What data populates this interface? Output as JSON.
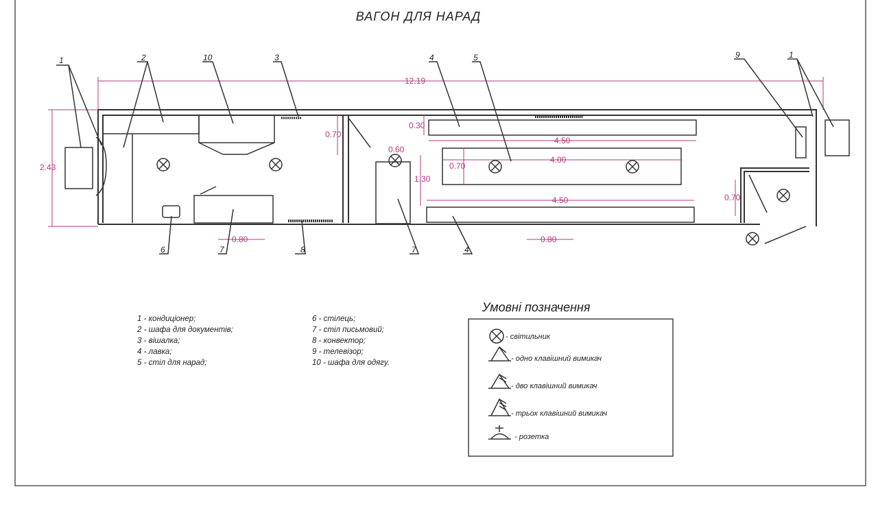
{
  "title": "ВАГОН ДЛЯ НАРАД",
  "dimensions": {
    "total_length": "12.19",
    "width": "2.43",
    "d_070_a": "0.70",
    "d_030": "0.30",
    "d_060": "0.60",
    "d_450_top": "4.50",
    "d_070_b": "0.70",
    "d_400": "4.00",
    "d_130": "1.30",
    "d_450_bottom": "4.50",
    "d_070_c": "0.70",
    "d_080_a": "0.80",
    "d_080_b": "0.80"
  },
  "callouts": [
    "1",
    "2",
    "10",
    "3",
    "4",
    "5",
    "9",
    "1",
    "6",
    "7",
    "8",
    "7",
    "4"
  ],
  "items_left": [
    "1 - кондиціонер;",
    "2 - шафа для документів;",
    "3 - вішалка;",
    "4 - лавка;",
    "5 - стіл для нарад;"
  ],
  "items_right": [
    "6 - стілець;",
    "7 - стіл письмовий;",
    "8 - конвектор;",
    "9 - телевізор;",
    "10 - шафа для одягу."
  ],
  "legend": {
    "title": "Умовні позначення",
    "entries": [
      "- світильник",
      "- одно клавішний вимикач",
      "- дво клавішний вимикач",
      "- трьох клавішний вимикач",
      "- розетка"
    ]
  },
  "colors": {
    "dimension": "#b23a7e"
  }
}
